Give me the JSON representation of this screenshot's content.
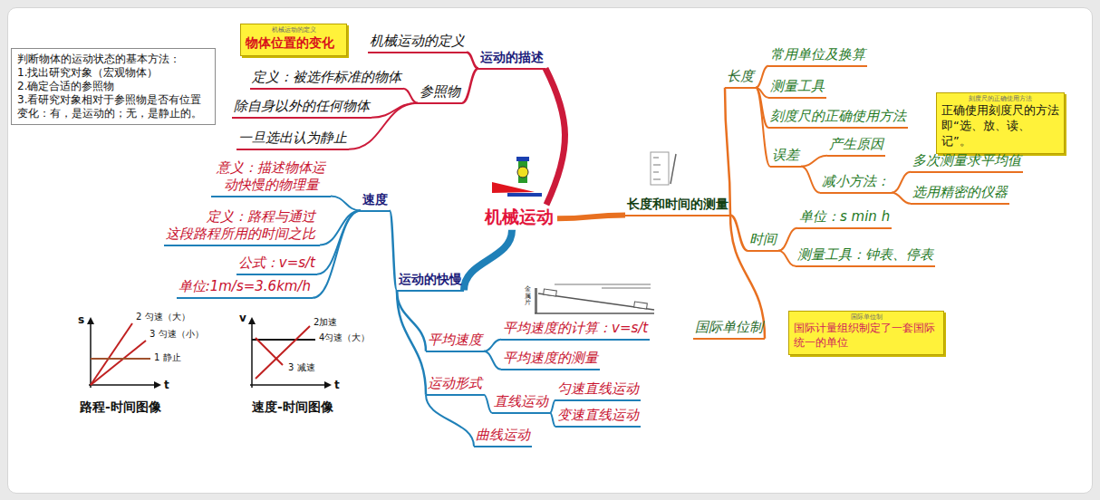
{
  "diagram": {
    "nodes": [
      {
        "text": [
          "判断物体的运动状态的基本方法：",
          "1.找出研究对象（宏观物体）",
          "2.确定合适的参照物",
          "3.看研究对象相对于参照物是否有位置变化：有，是运动的；无，是静止的。"
        ]
      },
      {
        "text": [
          "机械运动"
        ]
      },
      {
        "text": [
          "运动的描述"
        ]
      },
      {
        "text": [
          "机械运动的定义",
          "物体位置的变化"
        ]
      },
      {
        "text": [
          "机械运动的定义"
        ]
      },
      {
        "text": [
          "参照物"
        ]
      },
      {
        "text": [
          "定义：被选作标准的物体"
        ]
      },
      {
        "text": [
          "除自身以外的任何物体"
        ]
      },
      {
        "text": [
          "一旦选出认为静止"
        ]
      },
      {
        "text": [
          "运动的快慢"
        ]
      },
      {
        "text": [
          "速度"
        ]
      },
      {
        "text": [
          "意义：描述物体运动快慢的物理量"
        ]
      },
      {
        "text": [
          "定义：路程与通过这段路程所用的时间之比"
        ]
      },
      {
        "text": [
          "公式：v=s/t"
        ]
      },
      {
        "text": [
          "单位:1m/s=3.6km/h"
        ]
      },
      {
        "text": [
          "平均速度"
        ]
      },
      {
        "text": [
          "平均速度的计算：v=s/t"
        ]
      },
      {
        "text": [
          "平均速度的测量"
        ]
      },
      {
        "text": [
          "运动形式"
        ]
      },
      {
        "text": [
          "直线运动"
        ]
      },
      {
        "text": [
          "匀速直线运动"
        ]
      },
      {
        "text": [
          "变速直线运动"
        ]
      },
      {
        "text": [
          "曲线运动"
        ]
      },
      {
        "text": [
          "长度和时间的测量"
        ]
      },
      {
        "text": [
          "长度"
        ]
      },
      {
        "text": [
          "常用单位及换算"
        ]
      },
      {
        "text": [
          "测量工具"
        ]
      },
      {
        "text": [
          "刻度尺的正确使用方法"
        ]
      },
      {
        "text": [
          "刻度尺的正确使用方法",
          "正确使用刻度尺的方法即“选、放、读、记”。"
        ]
      },
      {
        "text": [
          "误差"
        ]
      },
      {
        "text": [
          "产生原因"
        ]
      },
      {
        "text": [
          "减小方法："
        ]
      },
      {
        "text": [
          "多次测量求平均值"
        ]
      },
      {
        "text": [
          "选用精密的仪器"
        ]
      },
      {
        "text": [
          "时间"
        ]
      },
      {
        "text": [
          "单位：s min h"
        ]
      },
      {
        "text": [
          "测量工具：钟表、停表"
        ]
      },
      {
        "text": [
          "国际单位制"
        ]
      },
      {
        "text": [
          "国际单位制",
          "国际计量组织制定了一套国际统一的单位"
        ]
      }
    ],
    "edges": [
      {
        "from": 1,
        "to": 2,
        "arrow": "none"
      },
      {
        "from": 2,
        "to": 4,
        "arrow": "none"
      },
      {
        "from": 2,
        "to": 5,
        "arrow": "none"
      },
      {
        "from": 5,
        "to": 6,
        "arrow": "none"
      },
      {
        "from": 5,
        "to": 7,
        "arrow": "none"
      },
      {
        "from": 5,
        "to": 8,
        "arrow": "none"
      },
      {
        "from": 1,
        "to": 9,
        "arrow": "none"
      },
      {
        "from": 9,
        "to": 10,
        "arrow": "none"
      },
      {
        "from": 10,
        "to": 11,
        "arrow": "none"
      },
      {
        "from": 10,
        "to": 12,
        "arrow": "none"
      },
      {
        "from": 10,
        "to": 13,
        "arrow": "none"
      },
      {
        "from": 10,
        "to": 14,
        "arrow": "none"
      },
      {
        "from": 9,
        "to": 15,
        "arrow": "none"
      },
      {
        "from": 15,
        "to": 16,
        "arrow": "none"
      },
      {
        "from": 15,
        "to": 17,
        "arrow": "none"
      },
      {
        "from": 9,
        "to": 18,
        "arrow": "none"
      },
      {
        "from": 18,
        "to": 19,
        "arrow": "none"
      },
      {
        "from": 19,
        "to": 20,
        "arrow": "none"
      },
      {
        "from": 19,
        "to": 21,
        "arrow": "none"
      },
      {
        "from": 18,
        "to": 22,
        "arrow": "none"
      },
      {
        "from": 1,
        "to": 23,
        "arrow": "none"
      },
      {
        "from": 23,
        "to": 24,
        "arrow": "none"
      },
      {
        "from": 24,
        "to": 25,
        "arrow": "none"
      },
      {
        "from": 24,
        "to": 26,
        "arrow": "none"
      },
      {
        "from": 24,
        "to": 27,
        "arrow": "none"
      },
      {
        "from": 24,
        "to": 29,
        "arrow": "none"
      },
      {
        "from": 29,
        "to": 30,
        "arrow": "none"
      },
      {
        "from": 29,
        "to": 31,
        "arrow": "none"
      },
      {
        "from": 31,
        "to": 32,
        "arrow": "none"
      },
      {
        "from": 31,
        "to": 33,
        "arrow": "none"
      },
      {
        "from": 23,
        "to": 34,
        "arrow": "none"
      },
      {
        "from": 34,
        "to": 35,
        "arrow": "none"
      },
      {
        "from": 34,
        "to": 36,
        "arrow": "none"
      },
      {
        "from": 23,
        "to": 37,
        "arrow": "none"
      }
    ],
    "labels": [
      "s",
      "2 匀速（大）",
      "3 匀速（小）",
      "1 静止",
      "t",
      "路程-时间图像",
      "v",
      "2加速",
      "4匀速（大）",
      "3 减速",
      "t",
      "速度-时间图像",
      "金属片"
    ]
  }
}
